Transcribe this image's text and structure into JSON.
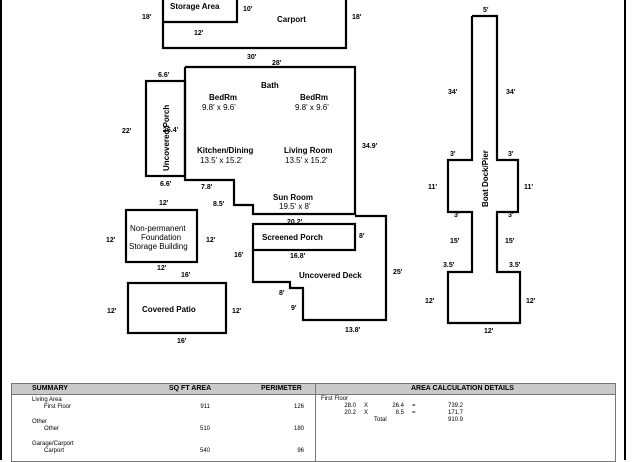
{
  "plan": {
    "storage_area": {
      "label": "Storage Area",
      "dim_left": "18'",
      "dim_right": "10'",
      "dim_bottom": "12'"
    },
    "carport": {
      "label": "Carport",
      "dim_right": "18'",
      "dim_bottom_left": "30'",
      "dim_bottom_right": "28'"
    },
    "house": {
      "bath": "Bath",
      "bedrm_left": "BedRm",
      "bedrm_left_size": "9.8' x 9.6'",
      "bedrm_right": "BedRm",
      "bedrm_right_size": "9.8' x 9.6'",
      "kitchen": "Kitchen/Dining",
      "kitchen_size": "13.5' x 15.2'",
      "living": "Living Room",
      "living_size": "13.5' x 15.2'",
      "sunroom": "Sun Room",
      "sunroom_size": "19.5' x 8'",
      "dim_right": "34.9'",
      "dim_78": "7.8'",
      "dim_85": "8.5'"
    },
    "uncovered_porch": {
      "label": "Uncovered Porch",
      "dim_top": "6.6'",
      "dim_left": "22'",
      "dim_inner": "26.4'",
      "dim_bottom": "6.6'"
    },
    "storage_building": {
      "line1": "Non-permanent",
      "line2": "Foundation",
      "line3": "Storage Building",
      "dim_top": "12'",
      "dim_left": "12'",
      "dim_right": "12'",
      "dim_bottom": "12'"
    },
    "screened_porch": {
      "label": "Screened Porch",
      "dim_top": "20.2'",
      "dim_right": "8'",
      "dim_bottom": "16.8'",
      "dim_left": "16'"
    },
    "uncovered_deck": {
      "label": "Uncovered Deck",
      "dim_right": "25'",
      "dim_8": "8'",
      "dim_9": "9'",
      "dim_bottom": "13.8'"
    },
    "covered_patio": {
      "label": "Covered Patio",
      "dim_top": "16'",
      "dim_left": "12'",
      "dim_right": "12'",
      "dim_bottom": "16'"
    },
    "boat_dock": {
      "label": "Boat Dock/Pier",
      "dim_top": "5'",
      "dim_34_left": "34'",
      "dim_34_right": "34'",
      "dim_3a_left": "3'",
      "dim_3a_right": "3'",
      "dim_11_left": "11'",
      "dim_11_right": "11'",
      "dim_3b_left": "3'",
      "dim_3b_right": "3'",
      "dim_15_left": "15'",
      "dim_15_right": "15'",
      "dim_35_left": "3.5'",
      "dim_35_right": "3.5'",
      "dim_12_left": "12'",
      "dim_12_right": "12'",
      "dim_bottom": "12'"
    }
  },
  "summary": {
    "headers": {
      "summary": "SUMMARY",
      "sq_ft": "SQ FT AREA",
      "perimeter": "PERIMETER",
      "details": "AREA CALCULATION DETAILS"
    },
    "rows": [
      {
        "group": "Living Area",
        "item": "First Floor",
        "area": "911",
        "perimeter": "126"
      },
      {
        "group": "Other",
        "item": "Other",
        "area": "510",
        "perimeter": "180"
      },
      {
        "group": "Garage/Carport",
        "item": "Carport",
        "area": "540",
        "perimeter": "96"
      }
    ],
    "calc": {
      "title": "First Floor",
      "lines": [
        {
          "a": "28.0",
          "op": "X",
          "b": "26.4",
          "eq": "=",
          "r": "739.2"
        },
        {
          "a": "20.2",
          "op": "X",
          "b": "8.5",
          "eq": "=",
          "r": "171.7"
        }
      ],
      "total_label": "Total",
      "total": "910.9"
    }
  }
}
